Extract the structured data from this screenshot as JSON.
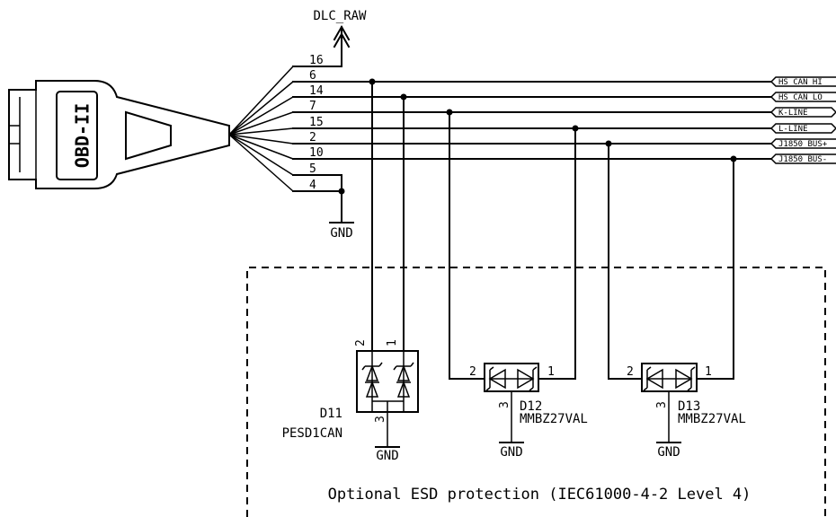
{
  "power": {
    "dlc_raw": "DLC_RAW",
    "gnd": "GND"
  },
  "connector": {
    "label": "OBD-II"
  },
  "pins": [
    "16",
    "6",
    "14",
    "7",
    "15",
    "2",
    "10",
    "5",
    "4"
  ],
  "nets": [
    "HS_CAN_HI",
    "HS_CAN_LO",
    "K-LINE",
    "L-LINE",
    "J1850_BUS+",
    "J1850_BUS-"
  ],
  "diodes": {
    "d11": {
      "ref": "D11",
      "value": "PESD1CAN",
      "pin_a": "2",
      "pin_b": "1",
      "pin_c": "3"
    },
    "d12": {
      "ref": "D12",
      "value": "MMBZ27VAL",
      "pin_a": "2",
      "pin_b": "1",
      "pin_c": "3"
    },
    "d13": {
      "ref": "D13",
      "value": "MMBZ27VAL",
      "pin_a": "2",
      "pin_b": "1",
      "pin_c": "3"
    }
  },
  "esd_box": {
    "caption": "Optional ESD protection (IEC61000-4-2 Level 4)"
  }
}
